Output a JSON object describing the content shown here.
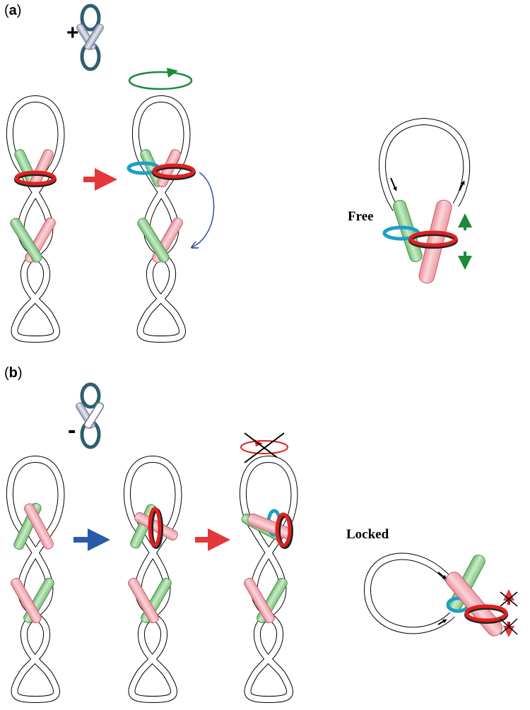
{
  "panel_a": {
    "label_open": "(",
    "label_letter": "a",
    "label_close": ")",
    "sign": "+",
    "state_label": "Free"
  },
  "panel_b": {
    "label_open": "(",
    "label_letter": "b",
    "label_close": ")",
    "sign": "-",
    "state_label": "Locked"
  },
  "colors": {
    "green_segment": "#9fd39f",
    "pink_segment": "#f2a3ac",
    "red_ring": "#e02020",
    "cyan_ring": "#1aa0c8",
    "red_arrow": "#e2383a",
    "blue_arrow": "#2a5aa8",
    "green_arrow": "#1b8a3a",
    "dark_teal": "#2f5f6e",
    "curved_arrow": "#2e4f9a"
  }
}
